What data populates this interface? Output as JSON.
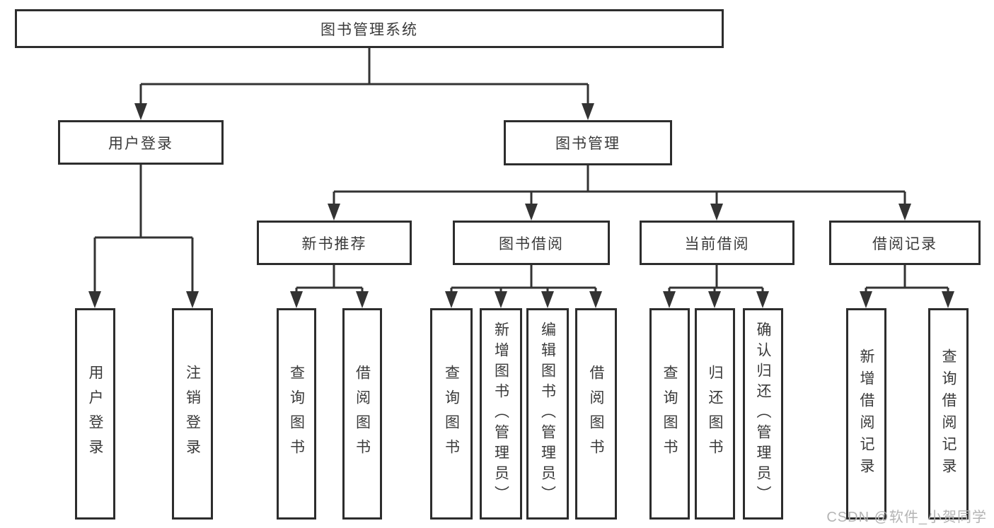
{
  "watermark": {
    "text": "CSDN @软件_小贺同学",
    "color": "#b4b4b4"
  },
  "colors": {
    "background": "#ffffff",
    "box_fill": "#ffffff",
    "box_border": "#2d2d2d",
    "line": "#333333",
    "text": "#3a3a3a"
  },
  "tree": {
    "label": "图书管理系统",
    "children": [
      {
        "label": "用户登录",
        "children": [
          {
            "label": "用户登录"
          },
          {
            "label": "注销登录"
          }
        ]
      },
      {
        "label": "图书管理",
        "children": [
          {
            "label": "新书推荐",
            "children": [
              {
                "label": "查询图书"
              },
              {
                "label": "借阅图书"
              }
            ]
          },
          {
            "label": "图书借阅",
            "children": [
              {
                "label": "查询图书"
              },
              {
                "label": "新增图书（管理员）"
              },
              {
                "label": "编辑图书（管理员）"
              },
              {
                "label": "借阅图书"
              }
            ]
          },
          {
            "label": "当前借阅",
            "children": [
              {
                "label": "查询图书"
              },
              {
                "label": "归还图书"
              },
              {
                "label": "确认归还（管理员）"
              }
            ]
          },
          {
            "label": "借阅记录",
            "children": [
              {
                "label": "新增借阅记录"
              },
              {
                "label": "查询借阅记录"
              }
            ]
          }
        ]
      }
    ]
  }
}
